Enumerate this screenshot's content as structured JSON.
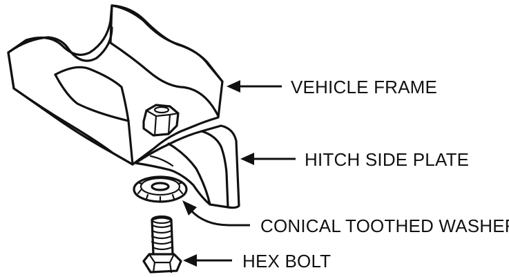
{
  "labels": {
    "vehicle_frame": "VEHICLE FRAME",
    "hitch_side_plate": "HITCH SIDE PLATE",
    "conical_toothed_washer": "CONICAL TOOTHED WASHER",
    "hex_bolt": "HEX BOLT"
  }
}
